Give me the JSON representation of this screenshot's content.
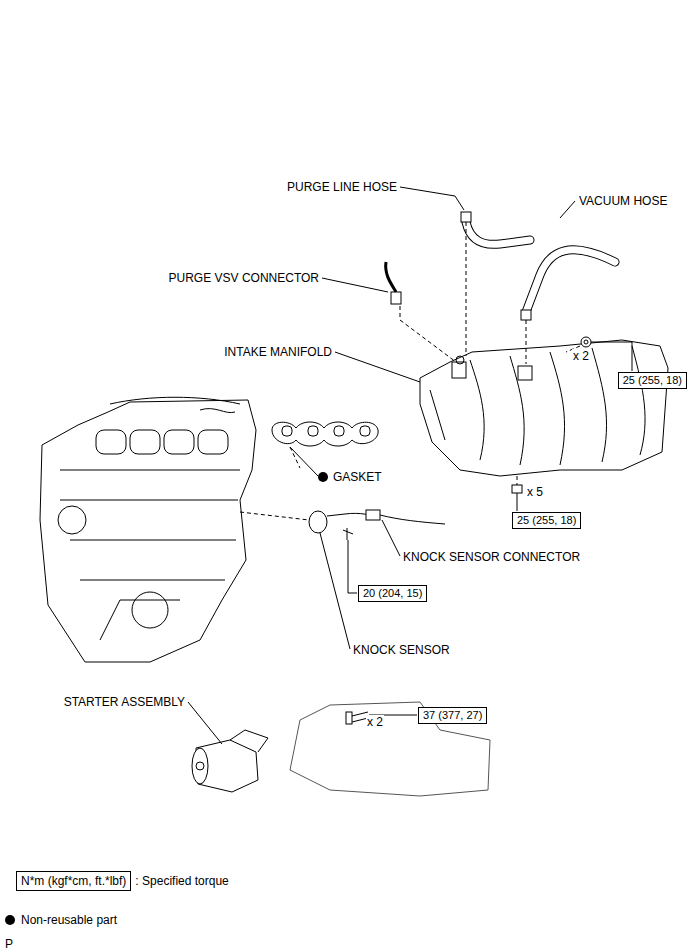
{
  "diagram": {
    "nodes": [
      {
        "text": [
          "25 (255, 18)"
        ]
      },
      {
        "text": [
          "25 (255, 18)"
        ]
      },
      {
        "text": [
          "20 (204, 15)"
        ]
      },
      {
        "text": [
          "37 (377, 27)"
        ]
      },
      {
        "text": [
          "N*m (kgf*cm, ft.*lbf)"
        ]
      }
    ],
    "labels": [
      "PURGE LINE HOSE",
      "VACUUM HOSE",
      "PURGE VSV CONNECTOR",
      "INTAKE MANIFOLD",
      "x 2",
      "GASKET",
      "x 5",
      "KNOCK SENSOR CONNECTOR",
      "KNOCK SENSOR",
      "STARTER ASSEMBLY",
      "x 2",
      ": Specified torque",
      "P"
    ],
    "legend": [
      {
        "text": "Non-reusable part",
        "color": "#000000"
      }
    ]
  }
}
